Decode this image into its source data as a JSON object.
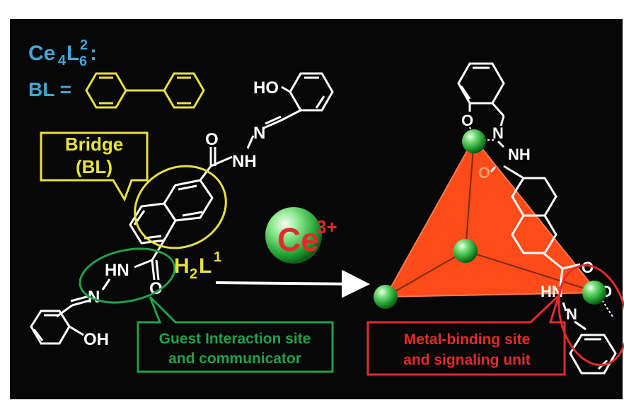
{
  "formula": {
    "main": "Ce",
    "sub1": "4",
    "L": "L",
    "sup": "2",
    "sub2": "6",
    "colon": ":"
  },
  "bl_label": "BL =",
  "bridge_box": {
    "line1": "Bridge",
    "line2": "(BL)"
  },
  "ligand_label": {
    "H": "H",
    "sub": "2",
    "L": "L",
    "sup": "1"
  },
  "ion": {
    "symbol": "Ce",
    "charge": "3+"
  },
  "atoms": {
    "ho": "HO",
    "n_top": "N",
    "nh_top": "NH",
    "o_top": "O",
    "hn": "HN",
    "n_left": "N",
    "o_left": "O",
    "oh": "OH",
    "o_product_top": "O",
    "n_product_top": "N",
    "nh_product": "NH",
    "o_product_carbonyl": "O",
    "o_product_right": "O",
    "hn_product": "HN",
    "n_product_bottom": "N",
    "o_product_bottom": "O"
  },
  "guest_box": {
    "line1": "Guest Interaction site",
    "line2": "and communicator"
  },
  "metal_box": {
    "line1": "Metal-binding site",
    "line2": "and signaling unit"
  },
  "colors": {
    "background": "#070707",
    "cyan": "#3fa7d6",
    "yellow": "#e8e23a",
    "green": "#1fa24a",
    "red": "#e32b2b",
    "orange": "#ff4a1a",
    "white": "#ffffff"
  }
}
